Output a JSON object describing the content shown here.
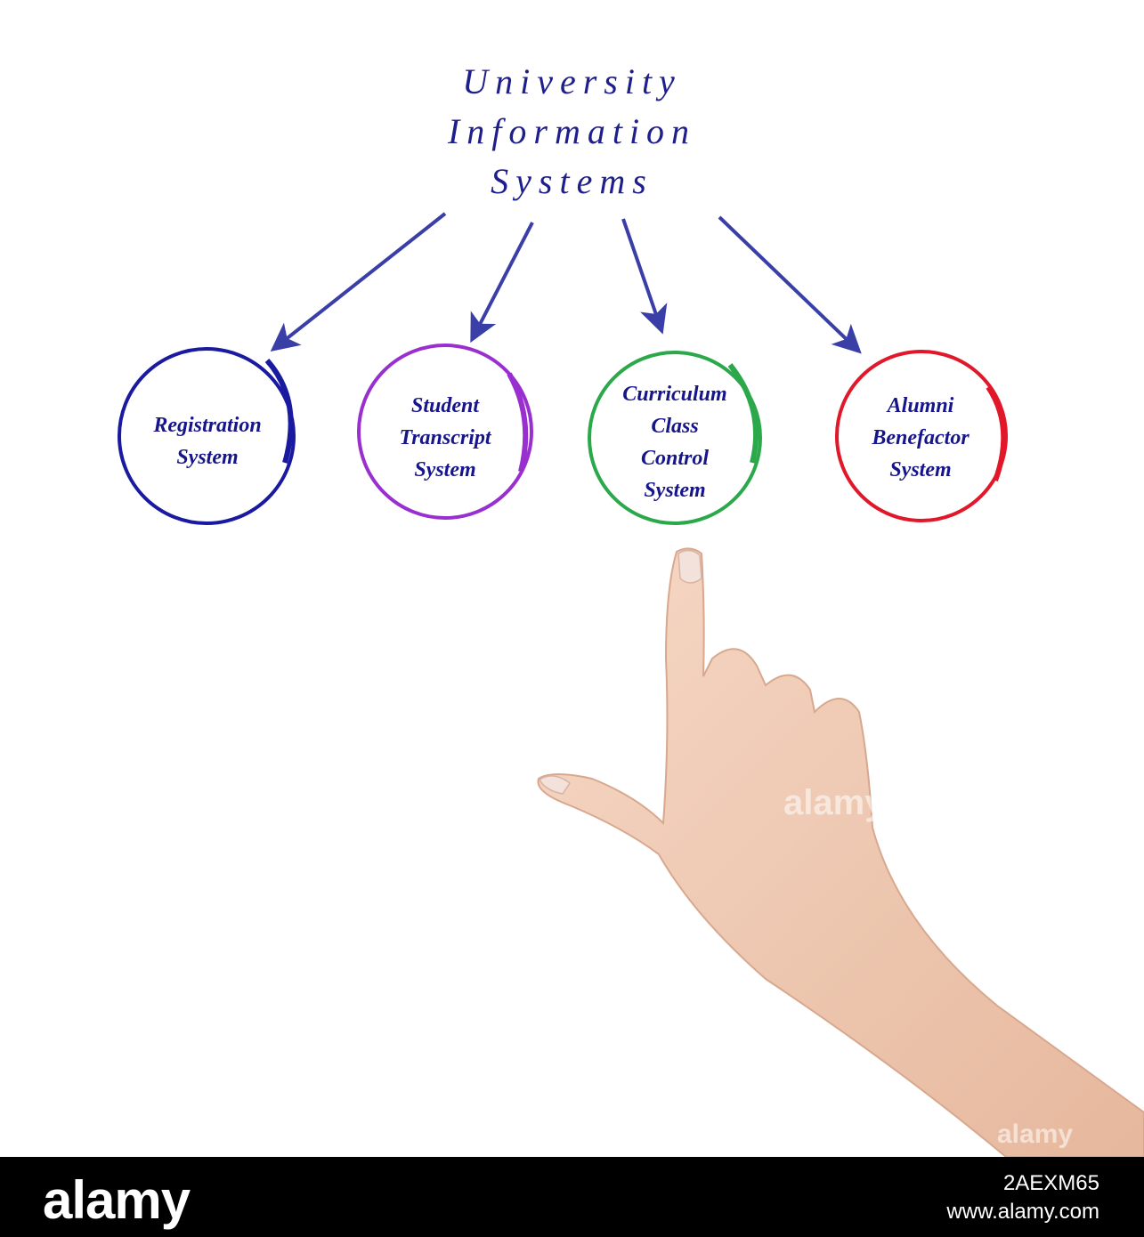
{
  "title": {
    "lines": [
      "University",
      "Information",
      "Systems"
    ],
    "color": "#1f1f8c"
  },
  "nodes": [
    {
      "label_lines": [
        "Registration",
        "System"
      ],
      "ring_color": "#1a1aa0"
    },
    {
      "label_lines": [
        "Student",
        "Transcript",
        "System"
      ],
      "ring_color": "#9a2fd0"
    },
    {
      "label_lines": [
        "Curriculum",
        "Class",
        "Control",
        "System"
      ],
      "ring_color": "#2aa84a"
    },
    {
      "label_lines": [
        "Alumni",
        "Benefactor",
        "System"
      ],
      "ring_color": "#e0182a"
    }
  ],
  "arrow_color": "#3a3fa8",
  "watermark": "alamy",
  "footer": {
    "logo_text": "alamy",
    "image_id": "2AEXM65",
    "site": "www.alamy.com"
  }
}
